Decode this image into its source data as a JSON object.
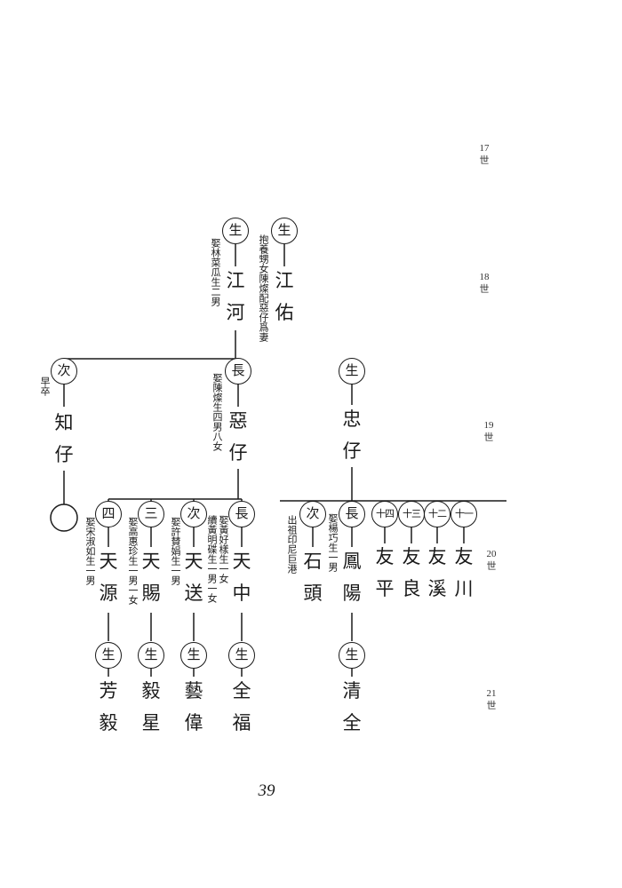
{
  "page_number": "39",
  "generations": [
    {
      "num": "17",
      "label": "世"
    },
    {
      "num": "18",
      "label": "世"
    },
    {
      "num": "19",
      "label": "世"
    },
    {
      "num": "20",
      "label": "世"
    },
    {
      "num": "21",
      "label": "世"
    }
  ],
  "gen18": {
    "jiangyou": {
      "badge": "生",
      "name1": "江",
      "name2": "佑",
      "note": "抱養甥女陳燦配惡仔爲妻"
    },
    "jianghe": {
      "badge": "生",
      "name1": "江",
      "name2": "河",
      "note": "娶林菜瓜生二男"
    }
  },
  "gen19": {
    "zhizai": {
      "badge": "次",
      "name1": "知",
      "name2": "仔",
      "note": "早卒"
    },
    "ezai": {
      "badge": "長",
      "name1": "惡",
      "name2": "仔",
      "note": "娶陳燦生四男八女"
    },
    "zhongzai": {
      "badge": "生",
      "name1": "忠",
      "name2": "仔"
    }
  },
  "gen20": {
    "tiansi": {
      "badge": "四",
      "name1": "天",
      "name2": "源",
      "note": "娶宋淑如生一男"
    },
    "tianci": {
      "badge": "三",
      "name1": "天",
      "name2": "賜",
      "note": "娶高惠珍生一男一女"
    },
    "tiansong": {
      "badge": "次",
      "name1": "天",
      "name2": "送",
      "note": "娶許賛娟生一男"
    },
    "tianzhong": {
      "badge": "長",
      "name1": "天",
      "name2": "中",
      "note1": "娶黃好樣生一女",
      "note2": "續黃明碟生一男一女"
    },
    "shitou": {
      "badge": "次",
      "name1": "石",
      "name2": "頭",
      "note": "出祖印尼巨港"
    },
    "fengyang": {
      "badge": "長",
      "name1": "鳳",
      "name2": "陽",
      "note": "娶楊巧生一男"
    },
    "youping": {
      "badge": "十四",
      "name1": "友",
      "name2": "平"
    },
    "youliang": {
      "badge": "十三",
      "name1": "友",
      "name2": "良"
    },
    "youxi": {
      "badge": "十二",
      "name1": "友",
      "name2": "溪"
    },
    "youchuan": {
      "badge": "十一",
      "name1": "友",
      "name2": "川"
    }
  },
  "gen21": {
    "fangyi": {
      "badge": "生",
      "name1": "芳",
      "name2": "毅"
    },
    "yixing": {
      "badge": "生",
      "name1": "毅",
      "name2": "星"
    },
    "yiwei": {
      "badge": "生",
      "name1": "藝",
      "name2": "偉"
    },
    "quanfu": {
      "badge": "生",
      "name1": "全",
      "name2": "福"
    },
    "qingquan": {
      "badge": "生",
      "name1": "清",
      "name2": "全"
    }
  }
}
